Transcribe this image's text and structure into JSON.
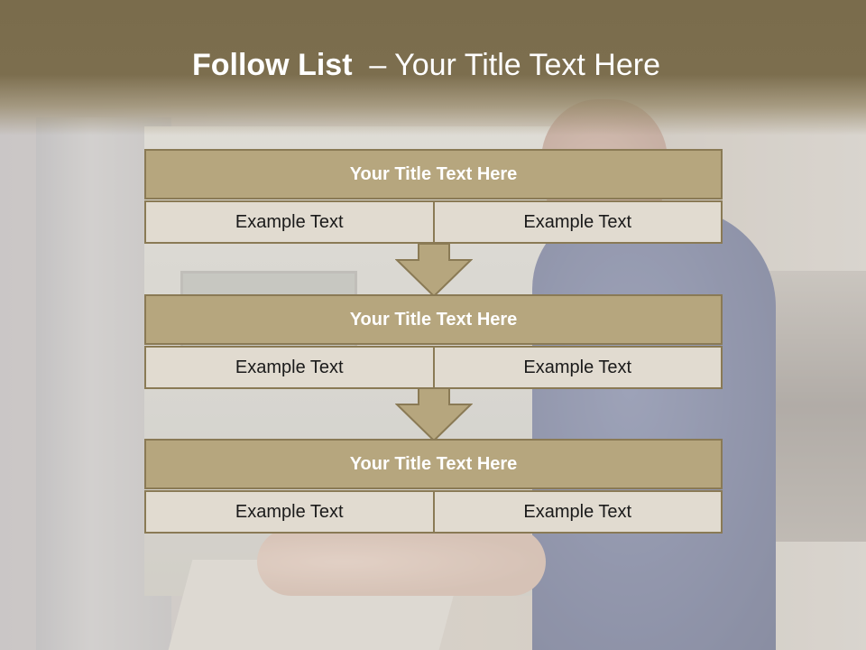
{
  "title": {
    "bold": "Follow List",
    "rest": "  – Your Title Text Here"
  },
  "blocks": [
    {
      "heading": "Your Title Text Here",
      "items": [
        "Example Text",
        "Example Text"
      ]
    },
    {
      "heading": "Your Title Text Here",
      "items": [
        "Example Text",
        "Example Text"
      ]
    },
    {
      "heading": "Your Title Text Here",
      "items": [
        "Example Text",
        "Example Text"
      ]
    }
  ],
  "colors": {
    "band": "#7a6c4c",
    "header_fill": "#b6a67e",
    "cell_fill": "#e1dbd0",
    "border": "#8a7a55"
  },
  "icons": {
    "connector": "down-arrow-icon"
  }
}
